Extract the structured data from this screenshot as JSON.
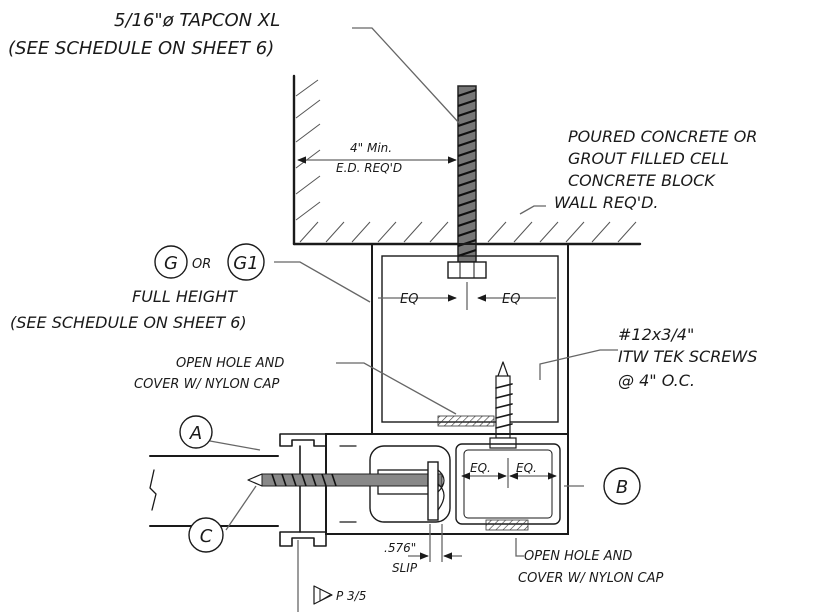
{
  "labels": {
    "anchor_line1": "5/16\"ø TAPCON XL",
    "anchor_line2": "(SEE SCHEDULE ON SHEET 6)",
    "ed_line1": "4\" Min.",
    "ed_line2": "E.D. REQ'D",
    "wall_line1": "POURED CONCRETE OR",
    "wall_line2": "GROUT FILLED CELL",
    "wall_line3": "CONCRETE BLOCK",
    "wall_line4": "WALL REQ'D.",
    "or_text": "OR",
    "full_height": "FULL HEIGHT",
    "schedule_ref": "(SEE SCHEDULE ON SHEET 6)",
    "eq_left": "EQ",
    "eq_right": "EQ",
    "screw_line1": "#12x3/4\"",
    "screw_line2": "ITW TEK SCREWS",
    "screw_line3": "@ 4\" O.C.",
    "hole_top_line1": "OPEN HOLE AND",
    "hole_top_line2": "COVER W/ NYLON CAP",
    "eq_small_left": "EQ.",
    "eq_small_right": "EQ.",
    "slip_dim": ".576\"",
    "slip_text": "SLIP",
    "hole_bot_line1": "OPEN HOLE AND",
    "hole_bot_line2": "COVER W/ NYLON CAP",
    "section_ref": "P 3/5"
  },
  "bubbles": {
    "g": "G",
    "g1": "G1",
    "a": "A",
    "b": "B",
    "c": "C"
  }
}
